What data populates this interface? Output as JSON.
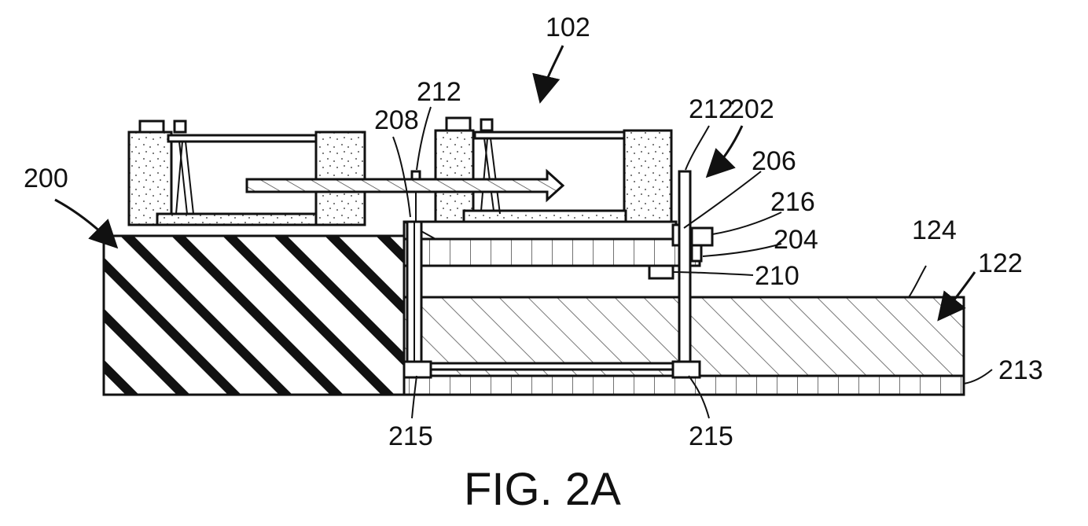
{
  "figure": {
    "caption": "FIG. 2A",
    "labels": {
      "l102": "102",
      "l212a": "212",
      "l208": "208",
      "l212b": "212",
      "l202": "202",
      "l206": "206",
      "l216": "216",
      "l200": "200",
      "l204": "204",
      "l124": "124",
      "l122": "122",
      "l210": "210",
      "l213": "213",
      "l215a": "215",
      "l215b": "215"
    }
  }
}
